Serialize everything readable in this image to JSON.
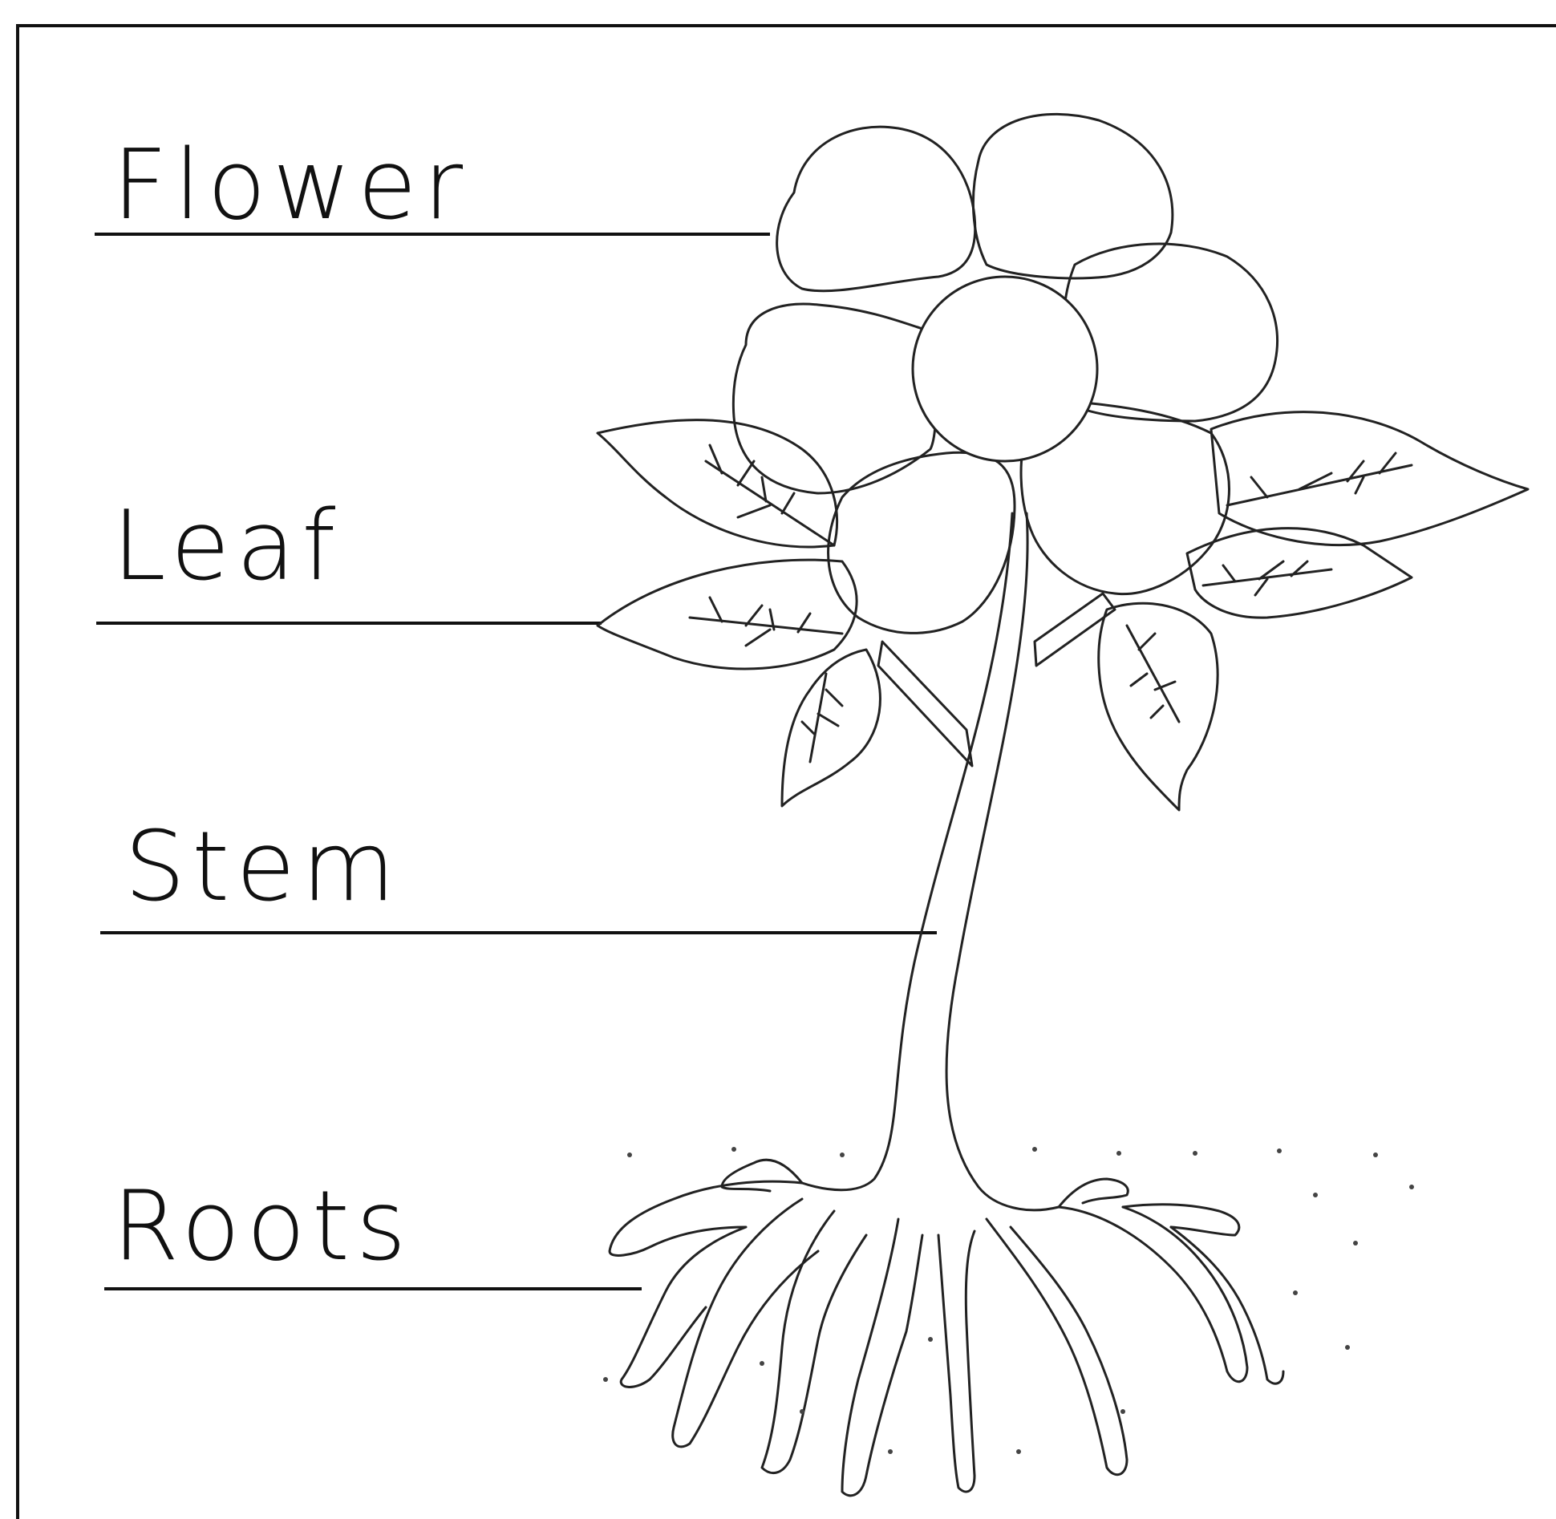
{
  "labels": {
    "flower": "Flower",
    "leaf": "Leaf",
    "stem": "Stem",
    "roots": "Roots"
  }
}
